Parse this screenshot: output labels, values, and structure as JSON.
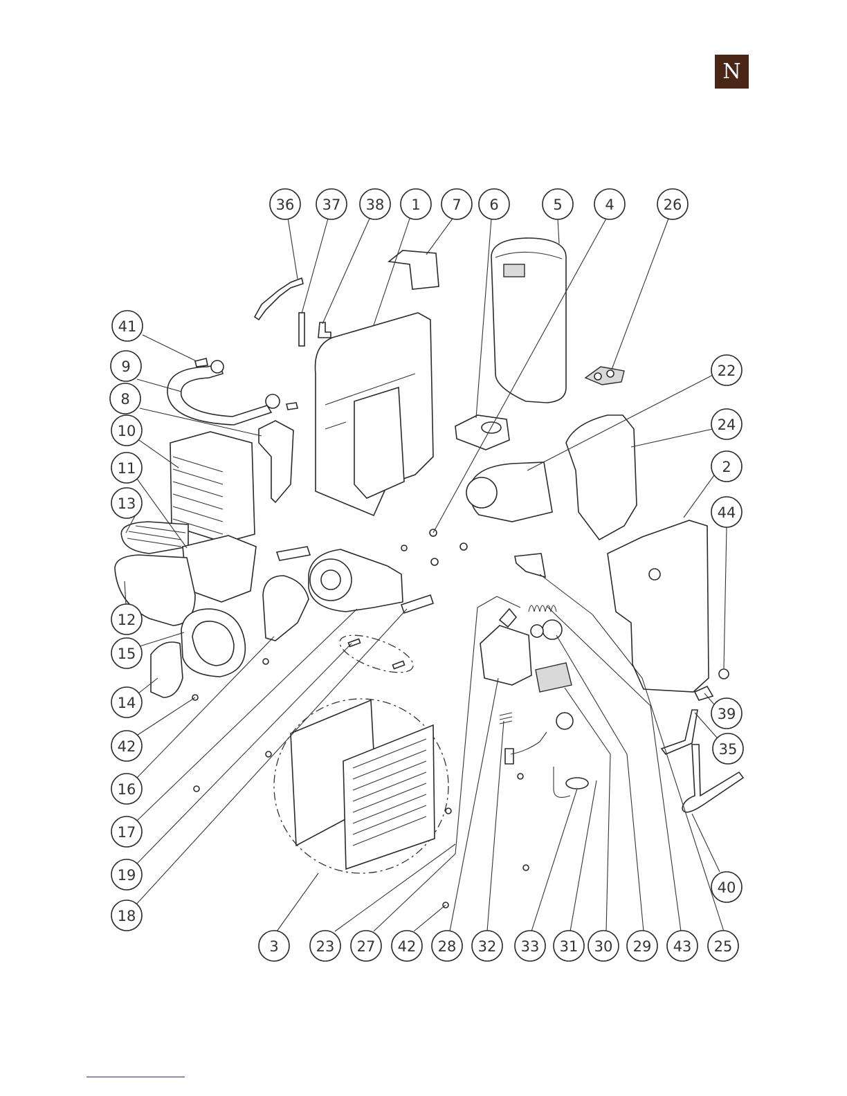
{
  "brand": {
    "logo_letter": "N",
    "logo_color": "#4a2616"
  },
  "callouts": [
    {
      "id": "36"
    },
    {
      "id": "37"
    },
    {
      "id": "38"
    },
    {
      "id": "1"
    },
    {
      "id": "7"
    },
    {
      "id": "6"
    },
    {
      "id": "5"
    },
    {
      "id": "4"
    },
    {
      "id": "26"
    },
    {
      "id": "41"
    },
    {
      "id": "9"
    },
    {
      "id": "8"
    },
    {
      "id": "10"
    },
    {
      "id": "11"
    },
    {
      "id": "13"
    },
    {
      "id": "12"
    },
    {
      "id": "15"
    },
    {
      "id": "14"
    },
    {
      "id": "42"
    },
    {
      "id": "16"
    },
    {
      "id": "17"
    },
    {
      "id": "19"
    },
    {
      "id": "18"
    },
    {
      "id": "22"
    },
    {
      "id": "24"
    },
    {
      "id": "2"
    },
    {
      "id": "44"
    },
    {
      "id": "39"
    },
    {
      "id": "35"
    },
    {
      "id": "40"
    },
    {
      "id": "3"
    },
    {
      "id": "23"
    },
    {
      "id": "27"
    },
    {
      "id": "42"
    },
    {
      "id": "28"
    },
    {
      "id": "32"
    },
    {
      "id": "33"
    },
    {
      "id": "31"
    },
    {
      "id": "30"
    },
    {
      "id": "29"
    },
    {
      "id": "43"
    },
    {
      "id": "25"
    }
  ]
}
